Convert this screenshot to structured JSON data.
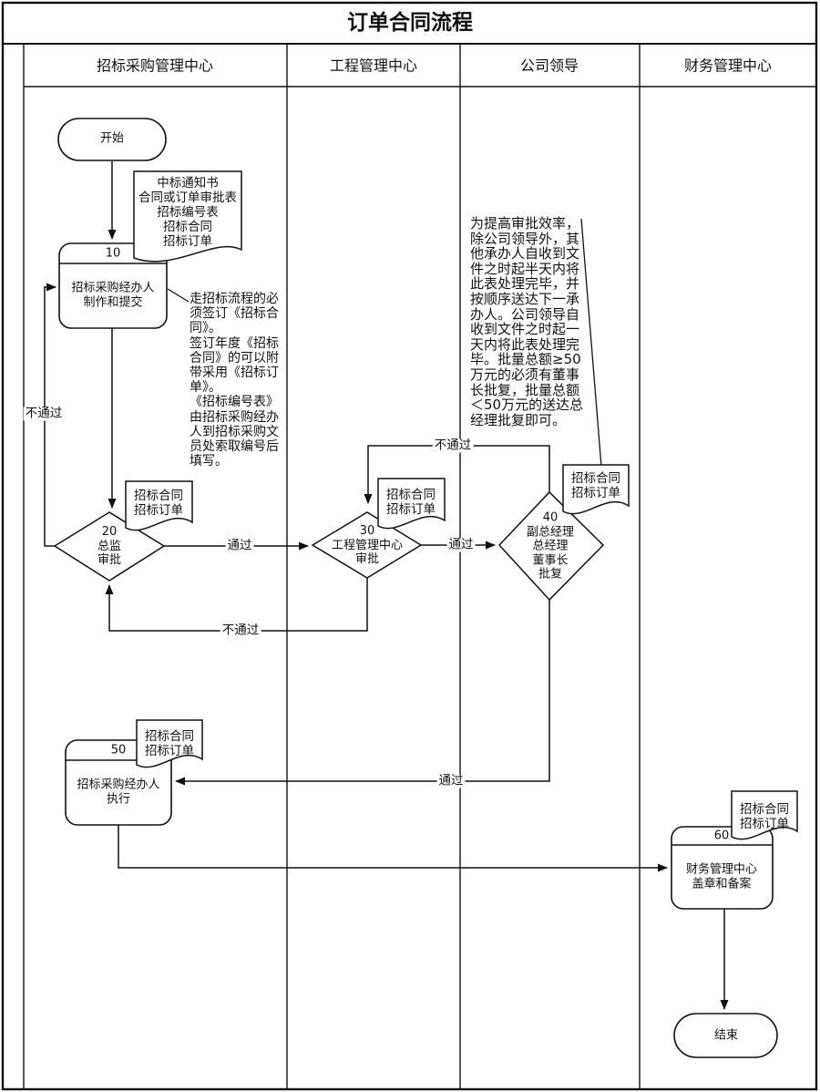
{
  "title": "订单合同流程",
  "lanes": [
    {
      "label": "招标采购管理中心"
    },
    {
      "label": "工程管理中心"
    },
    {
      "label": "公司领导"
    },
    {
      "label": "财务管理中心"
    }
  ],
  "nodes": {
    "start": {
      "label": "开始"
    },
    "step10": {
      "number": "10",
      "label": "招标采购经办人\n制作和提交"
    },
    "step20": {
      "number": "20",
      "label": "总监\n审批"
    },
    "step30": {
      "number": "30",
      "label": "工程管理中心\n审批"
    },
    "step40": {
      "number": "40",
      "label": "副总经理\n总经理\n董事长\n批复"
    },
    "step50": {
      "number": "50",
      "label": "招标采购经办人\n执行"
    },
    "step60": {
      "number": "60",
      "label": "财务管理中心\n盖章和备案"
    },
    "end": {
      "label": "结束"
    }
  },
  "documents": {
    "doc10": {
      "label": "中标通知书\n合同或订单审批表\n招标编号表\n招标合同\n招标订单"
    },
    "doc20": {
      "label": "招标合同\n招标订单"
    },
    "doc30": {
      "label": "招标合同\n招标订单"
    },
    "doc40": {
      "label": "招标合同\n招标订单"
    },
    "doc50": {
      "label": "招标合同\n招标订单"
    },
    "doc60": {
      "label": "招标合同\n招标订单"
    }
  },
  "edges": {
    "fail_20_to_10": "不通过",
    "pass_20_to_30": "通过",
    "fail_30_to_20": "不通过",
    "pass_30_to_40": "通过",
    "fail_40_to_30": "不通过",
    "pass_40_to_50": "通过"
  },
  "notes": {
    "note10": "走招标流程的必须签订《招标合同》。\n签订年度《招标合同》的可以附带采用《招标订单》。\n《招标编号表》由招标采购经办人到招标采购文员处索取编号后填写。",
    "note40": "为提高审批效率，除公司领导外，其他承办人自收到文件之时起半天内将此表处理完毕，并按顺序送达下一承办人。公司领导自收到文件之时起一天内将此表处理完毕。批量总额≥50万元的必须有董事长批复，批量总额＜50万元的送达总经理批复即可。"
  }
}
